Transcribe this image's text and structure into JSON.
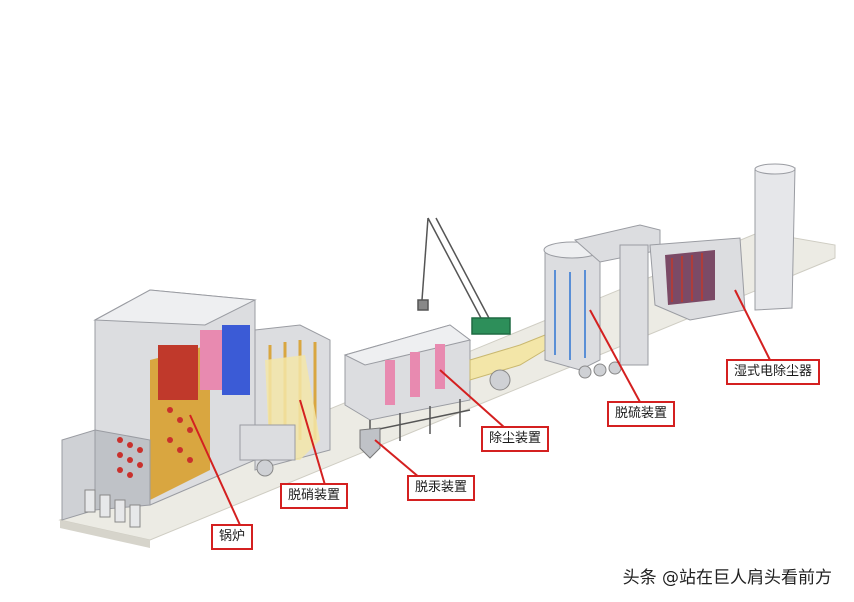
{
  "labels": {
    "boiler": "锅炉",
    "denitration": "脱硝装置",
    "mercury_removal": "脱汞装置",
    "dust_removal": "除尘装置",
    "desulfurization": "脱硫装置",
    "wet_esp": "湿式电除尘器"
  },
  "watermark": "头条 @站在巨人肩头看前方",
  "colors": {
    "label_border": "#d42020",
    "leader_line": "#d42020",
    "ground": "#ecebe4",
    "structure": "#d9dadd",
    "duct": "#f3e6a8",
    "boiler_interior": "#d9a640",
    "heat_surface_red": "#c0392b",
    "heat_surface_blue": "#3b5bd6",
    "heat_surface_pink": "#e88ab0",
    "wetesp_core": "#7b4a66",
    "crane": "#2d8f5a"
  }
}
